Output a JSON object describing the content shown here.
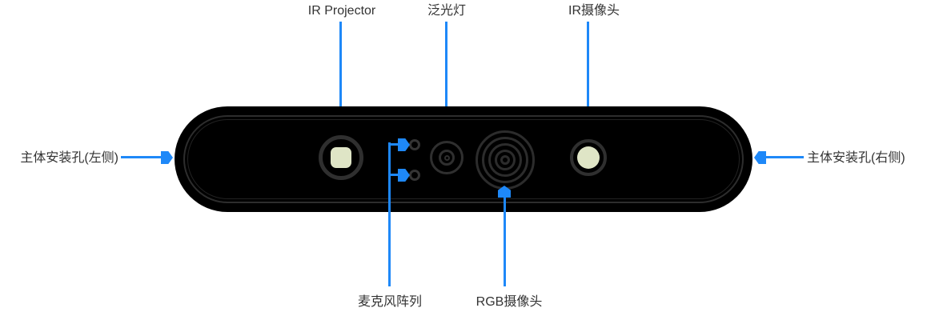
{
  "labels": {
    "ir_projector": "IR Projector",
    "flood_light": "泛光灯",
    "ir_camera": "IR摄像头",
    "mic_array": "麦克风阵列",
    "rgb_camera": "RGB摄像头",
    "mount_hole_left": "主体安装孔(左侧)",
    "mount_hole_right": "主体安装孔(右侧)"
  },
  "colors": {
    "accent_blue": "#1e88f8",
    "device_body": "#000000",
    "outline_gray": "#2d2d2d",
    "lens_pale": "#dfe5c6",
    "label_text": "#333333",
    "background": "#ffffff"
  }
}
